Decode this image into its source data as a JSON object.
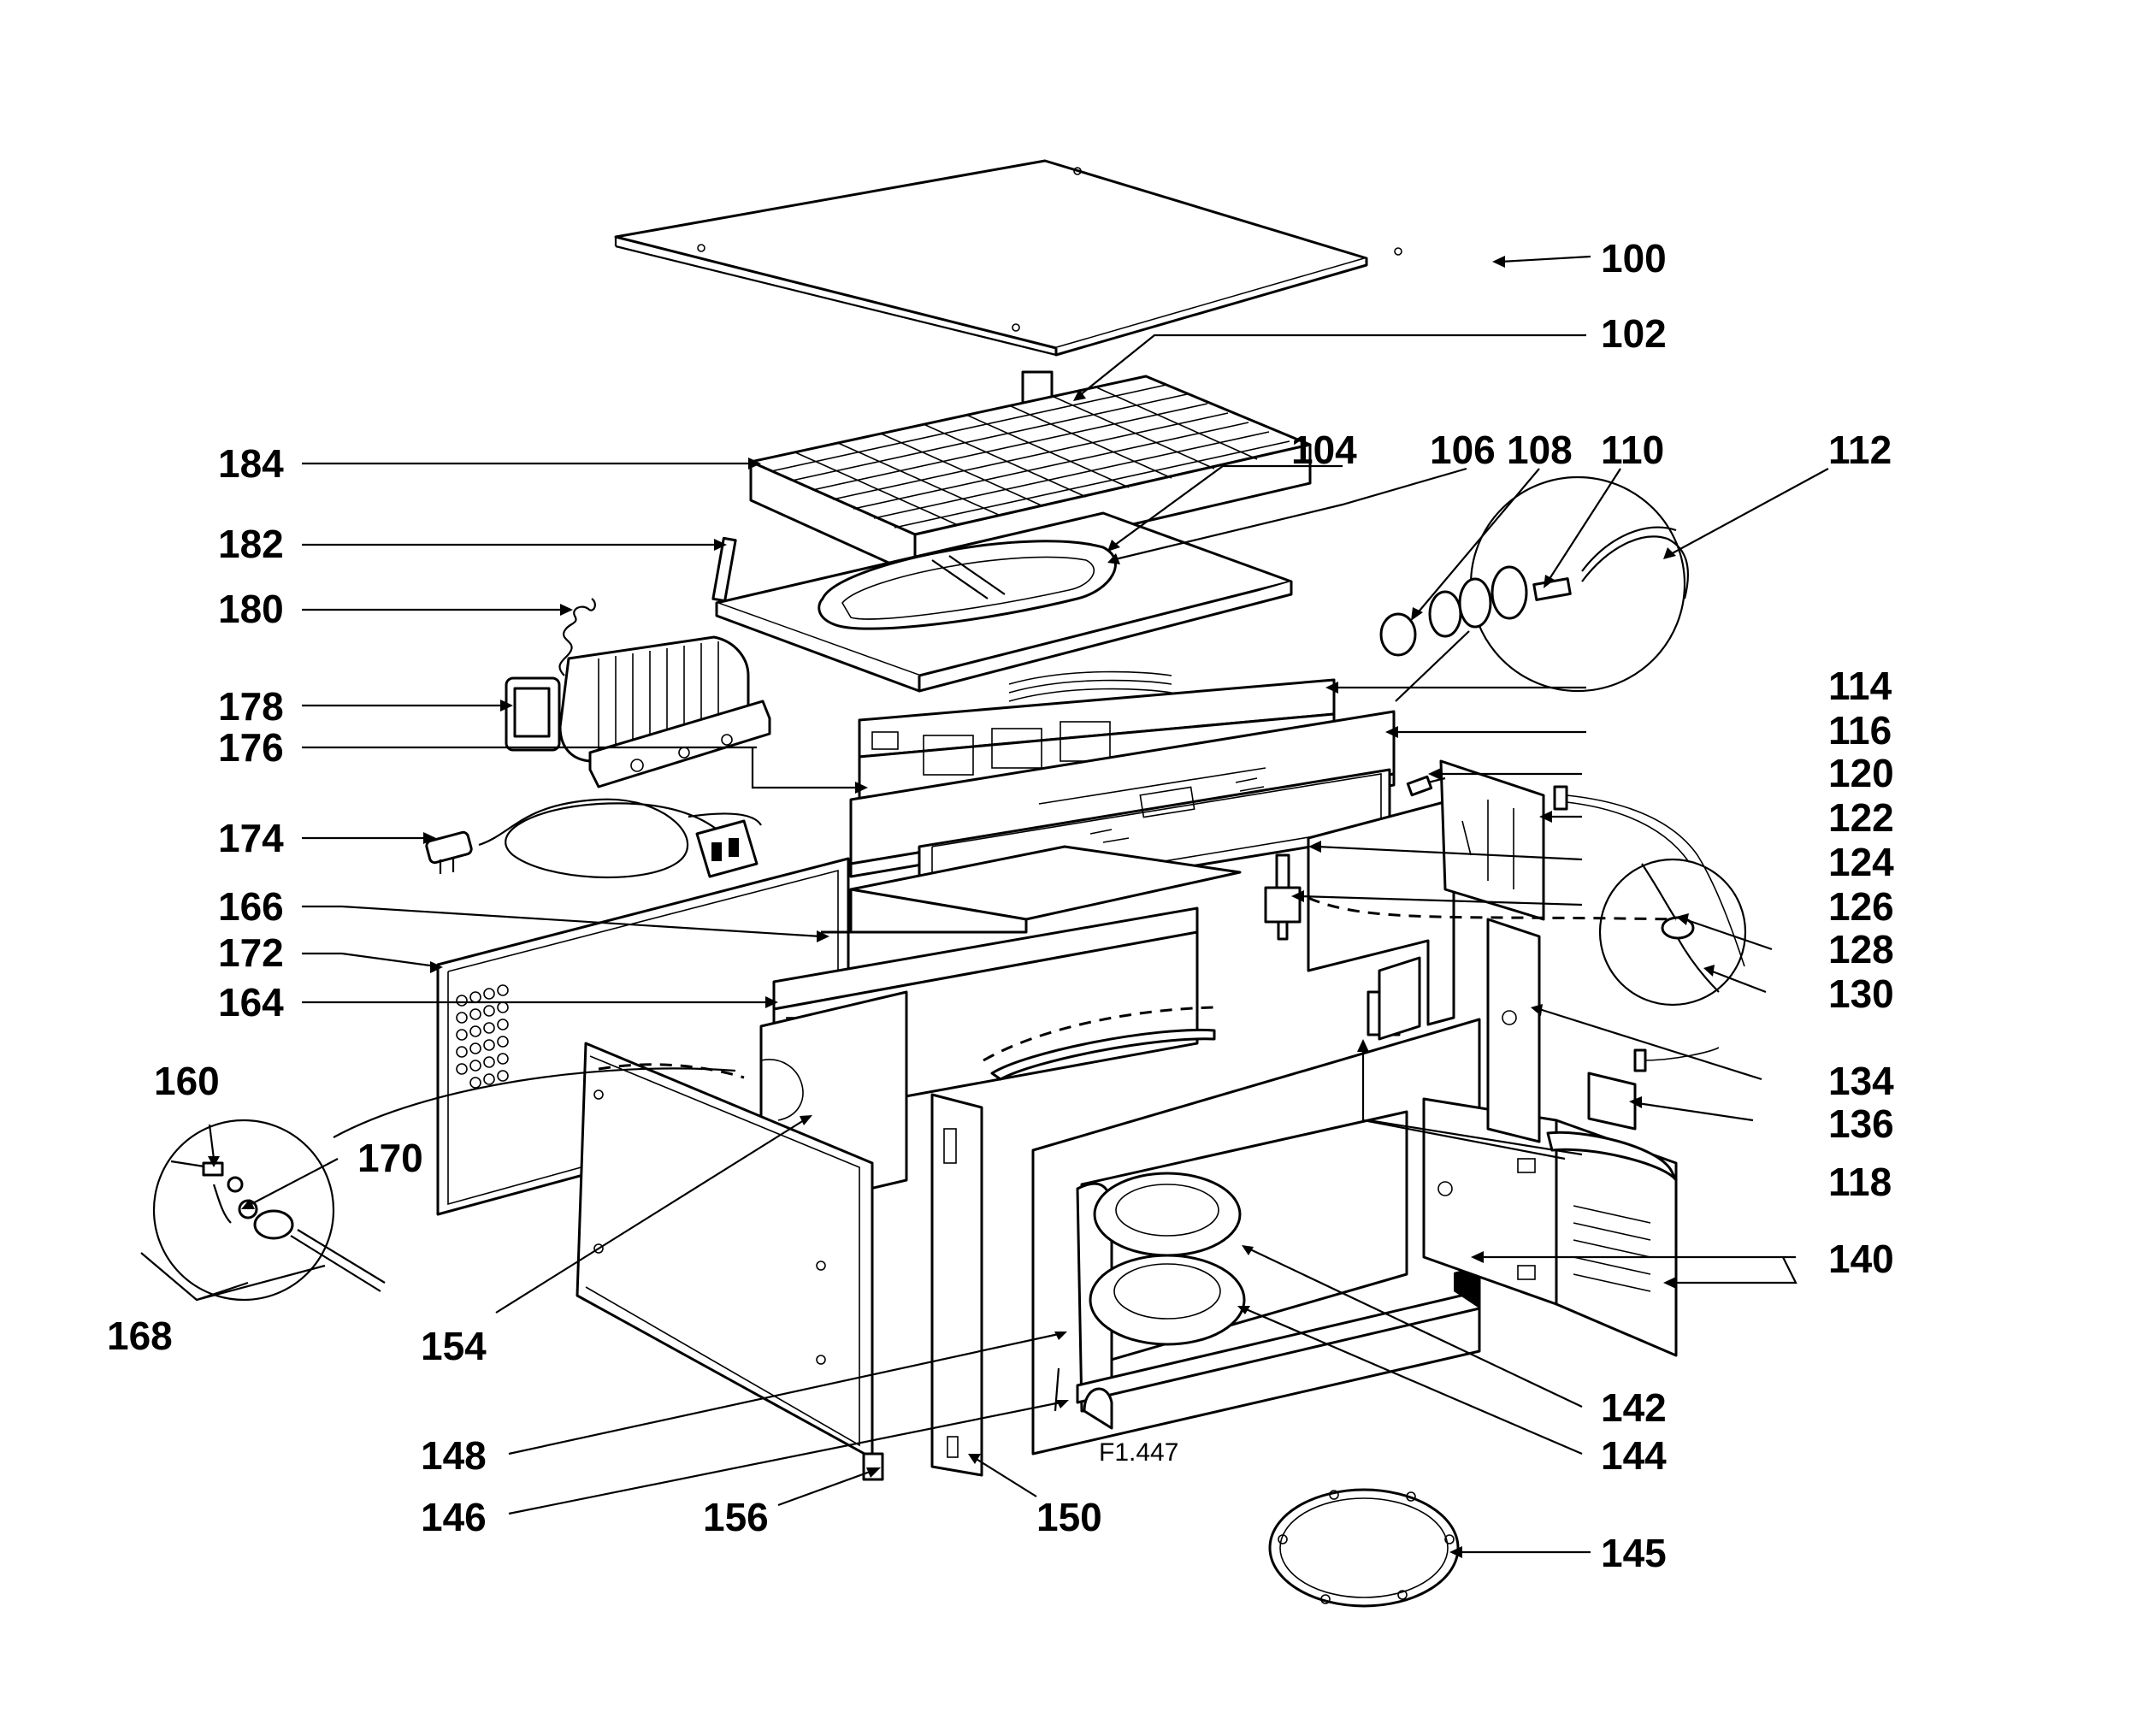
{
  "figure_ref": "F1.447",
  "callouts": [
    {
      "id": "c100",
      "text": "100"
    },
    {
      "id": "c102",
      "text": "102"
    },
    {
      "id": "c104",
      "text": "104"
    },
    {
      "id": "c106",
      "text": "106"
    },
    {
      "id": "c108",
      "text": "108"
    },
    {
      "id": "c110",
      "text": "110"
    },
    {
      "id": "c112",
      "text": "112"
    },
    {
      "id": "c114",
      "text": "114"
    },
    {
      "id": "c116",
      "text": "116"
    },
    {
      "id": "c118",
      "text": "118"
    },
    {
      "id": "c120",
      "text": "120"
    },
    {
      "id": "c122",
      "text": "122"
    },
    {
      "id": "c124",
      "text": "124"
    },
    {
      "id": "c126",
      "text": "126"
    },
    {
      "id": "c128",
      "text": "128"
    },
    {
      "id": "c130",
      "text": "130"
    },
    {
      "id": "c134",
      "text": "134"
    },
    {
      "id": "c136",
      "text": "136"
    },
    {
      "id": "c140",
      "text": "140"
    },
    {
      "id": "c142",
      "text": "142"
    },
    {
      "id": "c144",
      "text": "144"
    },
    {
      "id": "c145",
      "text": "145"
    },
    {
      "id": "c146",
      "text": "146"
    },
    {
      "id": "c148",
      "text": "148"
    },
    {
      "id": "c150",
      "text": "150"
    },
    {
      "id": "c154",
      "text": "154"
    },
    {
      "id": "c156",
      "text": "156"
    },
    {
      "id": "c160",
      "text": "160"
    },
    {
      "id": "c164",
      "text": "164"
    },
    {
      "id": "c166",
      "text": "166"
    },
    {
      "id": "c168",
      "text": "168"
    },
    {
      "id": "c170",
      "text": "170"
    },
    {
      "id": "c172",
      "text": "172"
    },
    {
      "id": "c174",
      "text": "174"
    },
    {
      "id": "c176",
      "text": "176"
    },
    {
      "id": "c178",
      "text": "178"
    },
    {
      "id": "c180",
      "text": "180"
    },
    {
      "id": "c182",
      "text": "182"
    },
    {
      "id": "c184",
      "text": "184"
    }
  ]
}
